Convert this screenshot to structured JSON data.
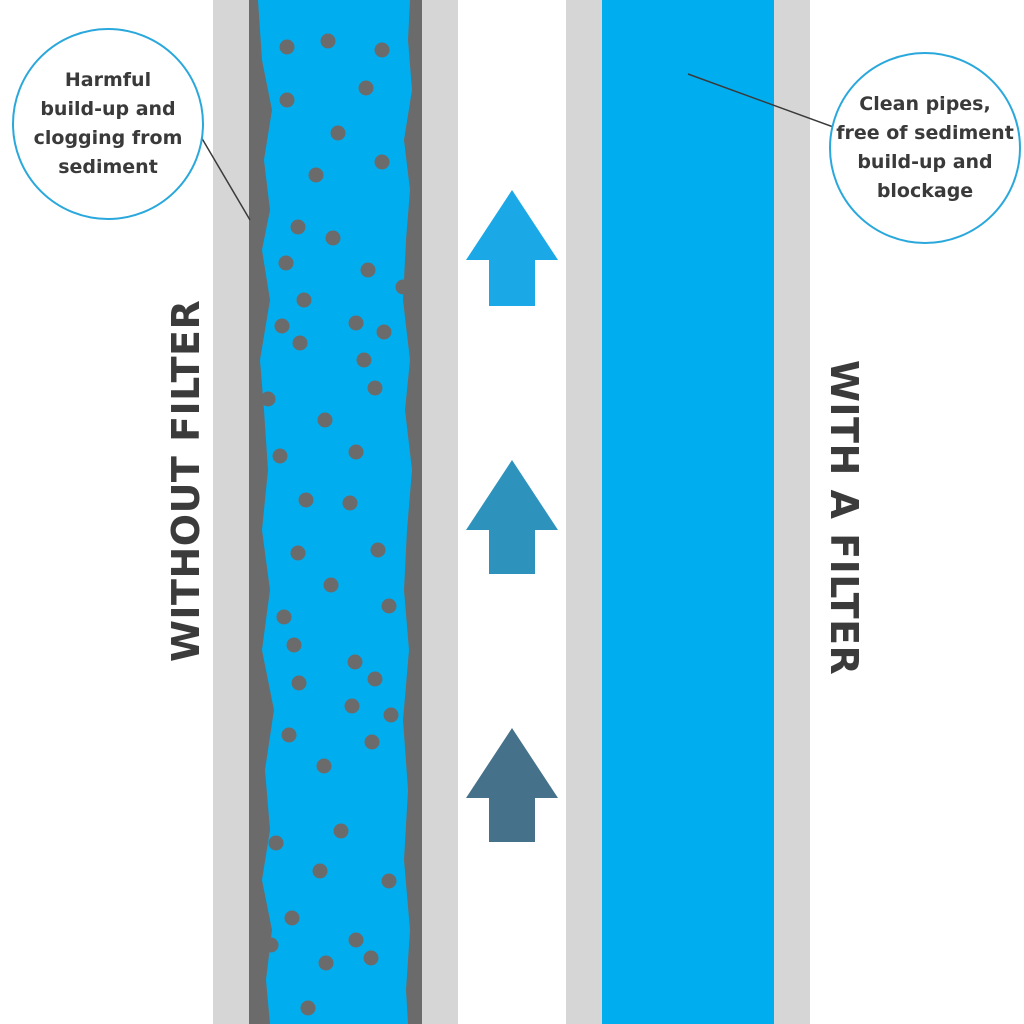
{
  "labels": {
    "without": "WITHOUT FILTER",
    "with": "WITH A FILTER"
  },
  "callouts": {
    "left": "Harmful\nbuild-up and\nclogging from\nsediment",
    "right": "Clean pipes,\nfree of sediment\nbuild-up and\nblockage"
  },
  "colors": {
    "water": "#00aeef",
    "pipe_wall": "#d6d6d6",
    "sediment": "#6b6b6b",
    "callout_border": "#2aa8dc",
    "arrow_top": "#1ba8e6",
    "arrow_middle": "#2d93bd",
    "arrow_bottom": "#45728a",
    "text": "#3a3a3a"
  },
  "icons": {
    "arrows": [
      "up-arrow-icon",
      "up-arrow-icon",
      "up-arrow-icon"
    ]
  }
}
